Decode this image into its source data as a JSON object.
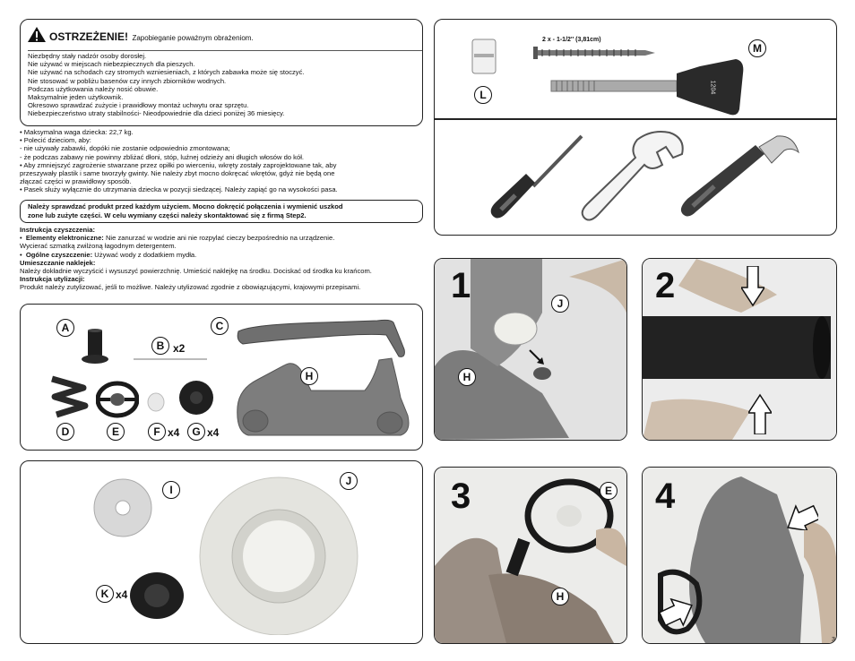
{
  "warning": {
    "title": "OSTRZEŻENIE!",
    "subtitle": "Zapobieganie poważnym obrażeniom.",
    "lines": [
      "Niezbędny stały nadzór osoby dorosłej.",
      "Nie używać w miejscach niebezpiecznych dla pieszych.",
      "Nie używać na schodach czy stromych wzniesieniach, z których zabawka może się stoczyć.",
      "Nie stosować w pobliżu basenów czy innych zbiorników wodnych.",
      "Podczas użytkowania należy nosić obuwie.",
      "Maksymalnie jeden użytkownik.",
      "Okresowo sprawdzać zużycie i prawidłowy montaż uchwytu oraz sprzętu.",
      "Niebezpieczeństwo utraty stabilności- Nieodpowiednie dla dzieci poniżej 36 miesięcy."
    ]
  },
  "bullets": [
    "•   Maksymalna waga dziecka: 22,7 kg.",
    "•   Polecić dzieciom, aby:",
    "    - nie używały zabawki, dopóki nie zostanie odpowiednio zmontowana;",
    "    - że podczas zabawy nie powinny zbliżać dłoni, stóp, luźnej odzieży ani długich włosów do kół.",
    "•   Aby zmniejszyć zagrożenie stwarzane przez opiłki po wierceniu, wkręty zostały zaprojektowane tak, aby",
    "przeszywały plastik i same tworzyły gwinty. Nie należy zbyt mocno dokręcać wkrętów, gdyż nie będą one",
    "złączać części w prawidłowy sposób.",
    "•   Pasek służy wyłącznie do utrzymania dziecka w pozycji siedzącej. Należy zapiąć go na wysokości pasa."
  ],
  "notice": {
    "line1": "Należy sprawdzać produkt przed każdym użyciem. Mocno dokręcić połączenia i wymienić uszkod",
    "line2": "zone lub zużyte części. W celu wymiany części należy skontaktować się z firmą Step2."
  },
  "care": {
    "h1": "Instrukcja czyszczenia:",
    "electronics_label": "Elementy elektroniczne:",
    "electronics_text": " Nie zanurzać w wodzie ani nie rozpylać cieczy bezpośrednio na urządzenie.",
    "electronics_text2": "Wycierać szmatką zwilżoną łagodnym detergentem.",
    "general_label": "Ogólne czyszczenie:",
    "general_text": " Używać wody z dodatkiem mydła.",
    "h2": "Umieszczanie naklejek:",
    "decal_text": "Należy dokładnie wyczyścić i wysuszyć powierzchnię. Umieścić naklejkę na środku. Dociskać od środka ku krańcom.",
    "h3": "Instrukcja utylizacji:",
    "disposal_text": "Produkt należy zutylizować, jeśli to możliwe.  Należy utylizować zgodnie z obowiązującymi, krajowymi przepisami."
  },
  "parts": {
    "A": "A",
    "B": "B",
    "B_qty": "x2",
    "C": "C",
    "D": "D",
    "E": "E",
    "F": "F",
    "F_qty": "x4",
    "G": "G",
    "G_qty": "x4",
    "H": "H"
  },
  "parts2": {
    "I": "I",
    "J": "J",
    "K": "K",
    "K_qty": "x4"
  },
  "hardware": {
    "L": "L",
    "M": "M",
    "screw_label": "2 x - 1-1/2'' (3,81cm)",
    "tool_stamp": "1204"
  },
  "steps": {
    "s1": "1",
    "s1_J": "J",
    "s1_H": "H",
    "s2": "2",
    "s3": "3",
    "s3_E": "E",
    "s3_H": "H",
    "s4": "4"
  },
  "page_number": "3",
  "colors": {
    "plastic_gray": "#8a8a8a",
    "light_gray": "#d9d9d9",
    "dark": "#1a1a1a"
  }
}
